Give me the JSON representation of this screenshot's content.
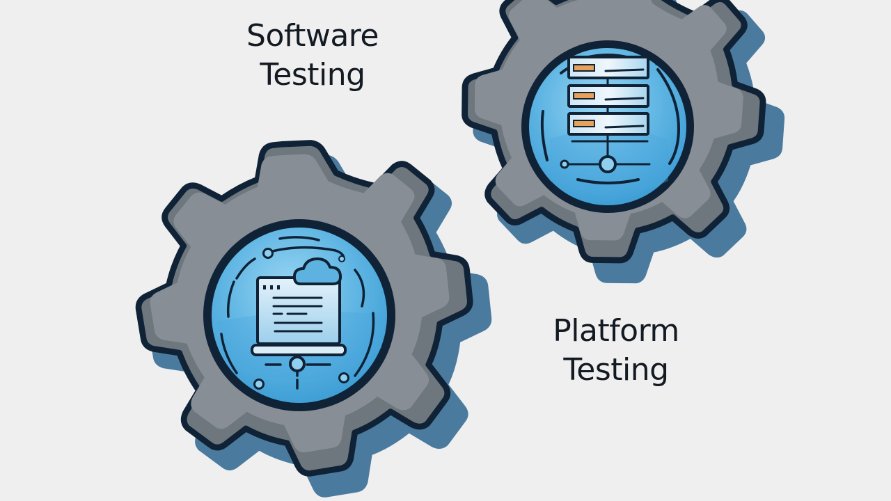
{
  "labels": {
    "software": {
      "line1": "Software",
      "line2": "Testing"
    },
    "platform": {
      "line1": "Platform",
      "line2": "Testing"
    }
  },
  "gears": [
    {
      "name": "software-testing-gear",
      "icon": "laptop-cloud-icon"
    },
    {
      "name": "platform-testing-gear",
      "icon": "server-stack-icon"
    }
  ],
  "colors": {
    "background": "#efeff0",
    "gear_face": "#858c93",
    "gear_highlight": "#9aa1a7",
    "gear_shade": "#6c747c",
    "gear_shadow": "#4a7a9e",
    "outline": "#0f2236",
    "lens_blue": "#5bb3e2",
    "lens_light": "#8fd0f0",
    "indicator_orange": "#e8a15a",
    "text": "#141a22"
  }
}
